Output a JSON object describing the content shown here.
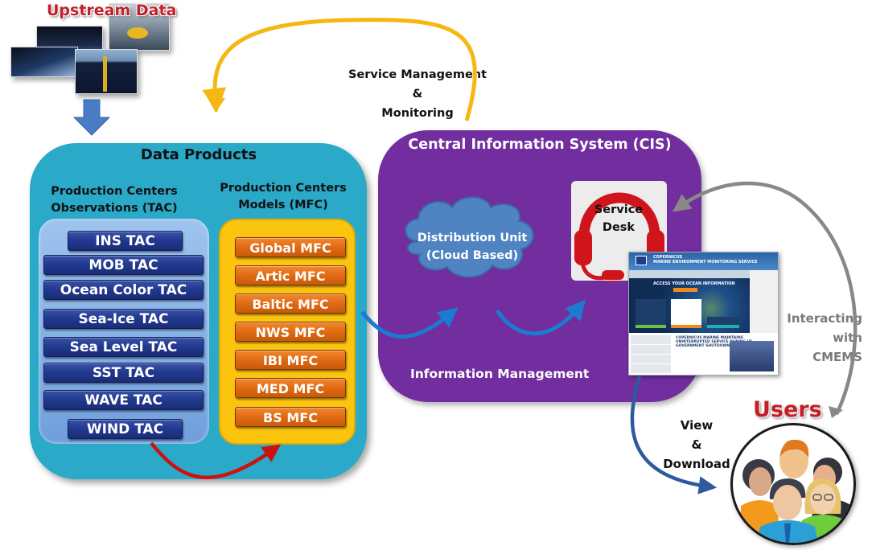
{
  "upstream": {
    "title": "Upstream Data",
    "photos": [
      "satellite-icon",
      "buoy-icon",
      "satellite-earth-icon",
      "argo-float-icon"
    ]
  },
  "data_products": {
    "title": "Data Products",
    "tac_heading": [
      "Production Centers",
      "Observations (TAC)"
    ],
    "mfc_heading": [
      "Production Centers",
      "Models (MFC)"
    ],
    "tac_items": [
      "INS TAC",
      "MOB TAC",
      "Ocean Color TAC",
      "Sea-Ice TAC",
      "Sea Level TAC",
      "SST TAC",
      "WAVE TAC",
      "WIND TAC"
    ],
    "mfc_items": [
      "Global MFC",
      "Artic MFC",
      "Baltic MFC",
      "NWS MFC",
      "IBI MFC",
      "MED MFC",
      "BS MFC"
    ]
  },
  "service_management": {
    "line1": "Service Management",
    "line2": "&",
    "line3": "Monitoring"
  },
  "cis": {
    "title": "Central Information System (CIS)",
    "distribution_unit": [
      "Distribution Unit",
      "(Cloud Based)"
    ],
    "service_desk": [
      "Service",
      "Desk"
    ],
    "information_management": "Information Management"
  },
  "website": {
    "brand_lines": [
      "COPERNICUS",
      "MARINE ENVIRONMENT MONITORING SERVICE"
    ],
    "hero_text": "ACCESS YOUR OCEAN INFORMATION",
    "news_lines": [
      "COPERNICUS MARINE MAINTAINS",
      "UNINTERRUPTED SERVICE DURING US",
      "GOVERNMENT SHUTDOWN"
    ]
  },
  "interacting": {
    "line1": "Interacting",
    "line2": "with",
    "line3": "CMEMS"
  },
  "view_download": {
    "line1": "View",
    "line2": "&",
    "line3": "Download"
  },
  "users": {
    "title": "Users"
  },
  "colors": {
    "data_products_bg": "#2aa9c8",
    "tac_button": "#223a90",
    "mfc_button": "#e06a12",
    "mfc_box": "#fbc40e",
    "cis_bg": "#722d9e",
    "service_arrow": "#f5b812",
    "flow_arrow": "#1c7ad0",
    "interact_arrow": "#888888",
    "download_arrow": "#2e5a9c",
    "tac_to_mfc_arrow": "#cc1111",
    "headset": "#d0141c"
  }
}
